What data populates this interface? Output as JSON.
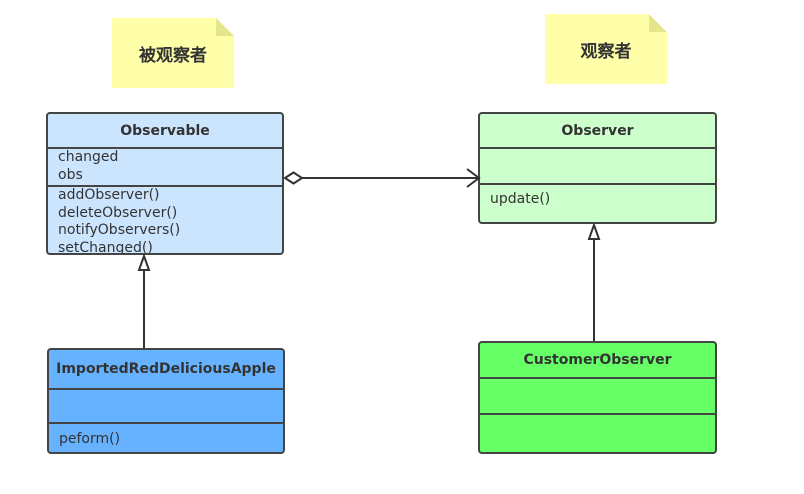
{
  "notes": {
    "observed_label": "被观察者",
    "observer_label": "观察者"
  },
  "classes": {
    "observable": {
      "name": "Observable",
      "attributes": [
        "changed",
        "obs"
      ],
      "methods": [
        "addObserver()",
        "deleteObserver()",
        "notifyObservers()",
        "setChanged()"
      ]
    },
    "observer": {
      "name": "Observer",
      "attributes": [],
      "methods": [
        "update()"
      ]
    },
    "apple": {
      "name": "ImportedRedDeliciousApple",
      "attributes": [],
      "methods": [
        "peform()"
      ]
    },
    "customer_observer": {
      "name": "CustomerObserver",
      "attributes": [],
      "methods": []
    }
  },
  "colors": {
    "observable_fill": "#cce5ff",
    "observer_fill": "#ccffcc",
    "apple_fill": "#66b2ff",
    "customer_fill": "#66ff66",
    "note_fill": "#ffffaa",
    "line": "#333333"
  }
}
